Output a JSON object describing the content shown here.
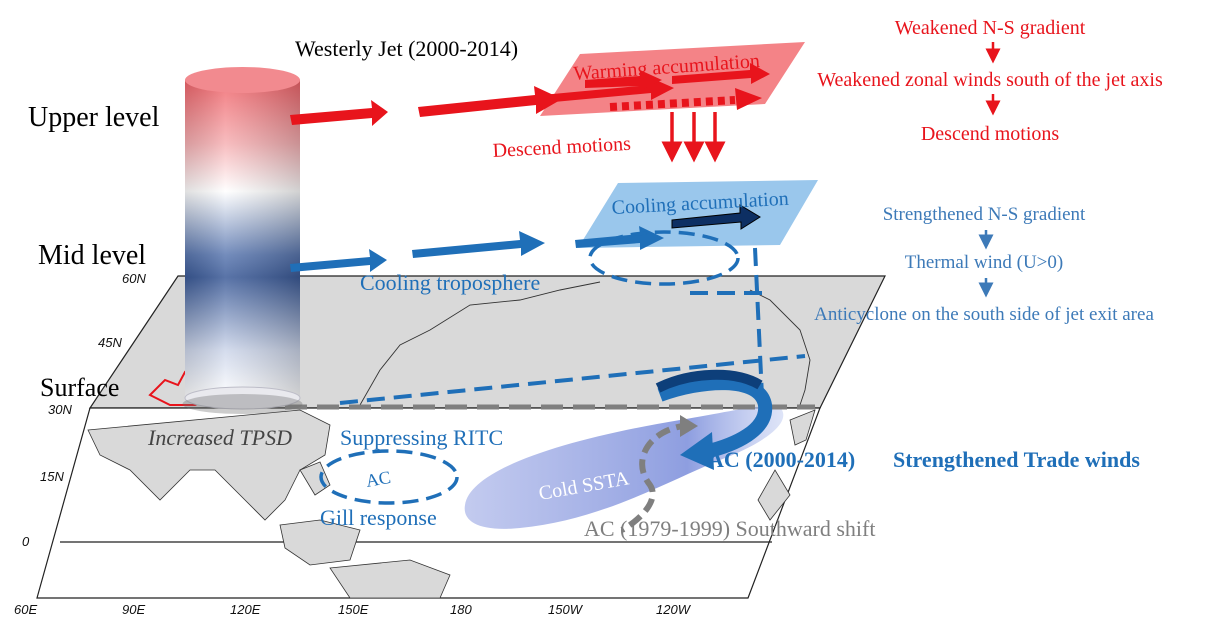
{
  "levels": {
    "upper": "Upper level",
    "mid": "Mid level",
    "surface": "Surface"
  },
  "jet_title": "Westerly Jet (2000-2014)",
  "upper": {
    "warming": "Warming accumulation",
    "descend": "Descend motions"
  },
  "mid": {
    "cooling_accum": "Cooling accumulation",
    "cooling_trop": "Cooling troposphere",
    "ac_label": "AC"
  },
  "surface": {
    "tpsd": "Increased TPSD",
    "ritc": "Suppressing RITC",
    "ac_label": "AC",
    "gill": "Gill response",
    "cold_ssta": "Cold SSTA",
    "ac_recent": "AC (2000-2014)",
    "trade": "Strengthened Trade winds",
    "ac_past": "AC (1979-1999) Southward shift"
  },
  "right_red": {
    "line1": "Weakened N-S gradient",
    "line2": "Weakened zonal winds south of the jet axis",
    "line3": "Descend motions"
  },
  "right_blue": {
    "line1": "Strengthened N-S gradient",
    "line2": "Thermal wind (U>0)",
    "line3": "Anticyclone on the south side of jet exit area"
  },
  "lat_ticks": [
    "60N",
    "45N",
    "30N",
    "15N",
    "0"
  ],
  "lon_ticks": [
    "60E",
    "90E",
    "120E",
    "150E",
    "180",
    "150W",
    "120W"
  ],
  "colors": {
    "red": "#e8141c",
    "blue": "#1f6fb8",
    "steel": "#3d7ab8",
    "gray": "#7f7f7f",
    "map_land": "#d9d9d9"
  }
}
